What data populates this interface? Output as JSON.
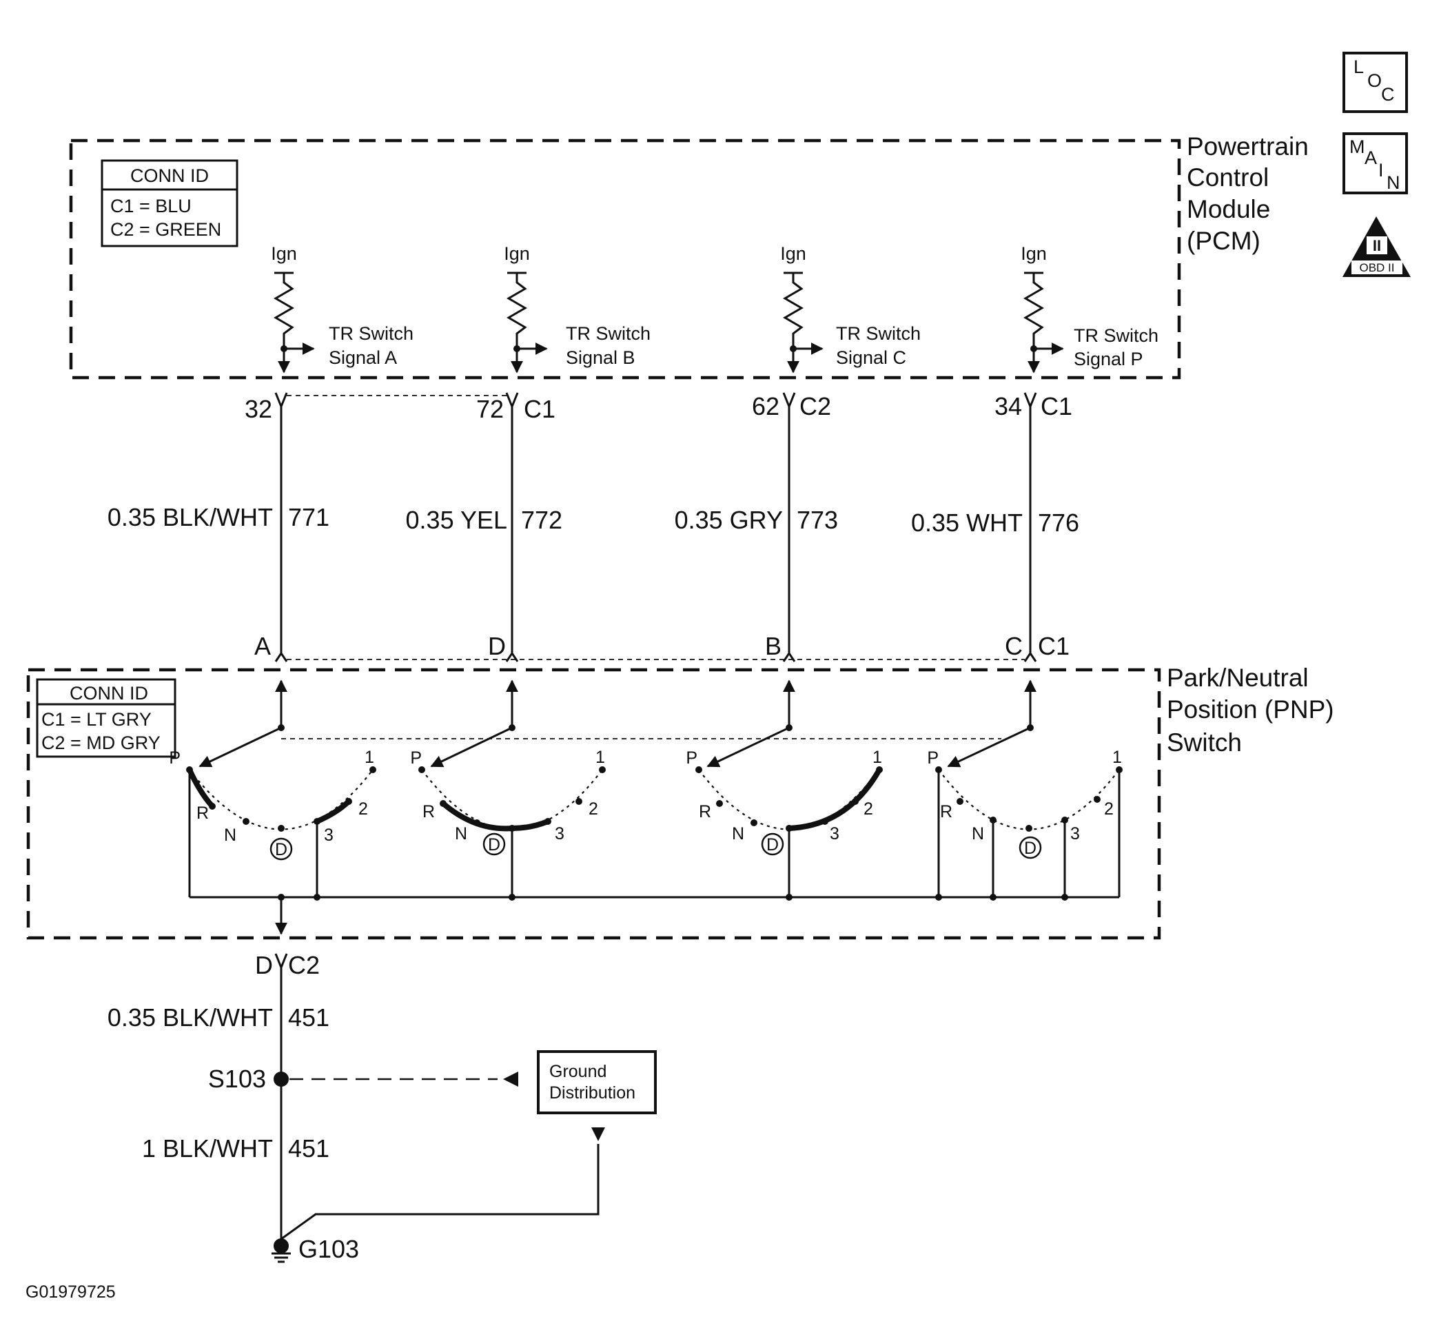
{
  "pcm": {
    "name_lines": [
      "Powertrain",
      "Control",
      "Module",
      "(PCM)"
    ],
    "conn_id": {
      "title": "CONN ID",
      "lines": [
        "C1 = BLU",
        "C2 = GREEN"
      ]
    },
    "ign_label": "Ign",
    "signals": [
      {
        "lines": [
          "TR Switch",
          "Signal A"
        ]
      },
      {
        "lines": [
          "TR Switch",
          "Signal B"
        ]
      },
      {
        "lines": [
          "TR Switch",
          "Signal C"
        ]
      },
      {
        "lines": [
          "TR Switch",
          "Signal P"
        ]
      }
    ]
  },
  "pcm_pins": [
    {
      "pin": "32",
      "conn": ""
    },
    {
      "pin": "72",
      "conn": "C1"
    },
    {
      "pin": "62",
      "conn": "C2"
    },
    {
      "pin": "34",
      "conn": "C1"
    }
  ],
  "wires": [
    {
      "gauge_color": "0.35 BLK/WHT",
      "circuit": "771"
    },
    {
      "gauge_color": "0.35 YEL",
      "circuit": "772"
    },
    {
      "gauge_color": "0.35 GRY",
      "circuit": "773"
    },
    {
      "gauge_color": "0.35 WHT",
      "circuit": "776"
    }
  ],
  "pnp_pins": [
    {
      "pin": "A",
      "conn": ""
    },
    {
      "pin": "D",
      "conn": ""
    },
    {
      "pin": "B",
      "conn": ""
    },
    {
      "pin": "C",
      "conn": "C1"
    }
  ],
  "pnp": {
    "name_lines": [
      "Park/Neutral",
      "Position (PNP)",
      "Switch"
    ],
    "conn_id": {
      "title": "CONN ID",
      "lines": [
        "C1 = LT GRY",
        "C2 = MD GRY"
      ]
    },
    "positions": {
      "p": "P",
      "r": "R",
      "n": "N",
      "d": "D",
      "three": "3",
      "two": "2",
      "one": "1"
    }
  },
  "ground_pin": {
    "pin": "D",
    "conn": "C2"
  },
  "ground_wires": [
    {
      "gauge_color": "0.35 BLK/WHT",
      "circuit": "451"
    },
    {
      "gauge_color": "1 BLK/WHT",
      "circuit": "451"
    }
  ],
  "splice": "S103",
  "ground_distribution": [
    "Ground",
    "Distribution"
  ],
  "ground": "G103",
  "figure_id": "G01979725",
  "side_icons": {
    "loc": [
      "L",
      "O",
      "C"
    ],
    "main": [
      "M",
      "A",
      "I",
      "N"
    ],
    "obd": {
      "top": "II",
      "bottom": "OBD II"
    }
  }
}
